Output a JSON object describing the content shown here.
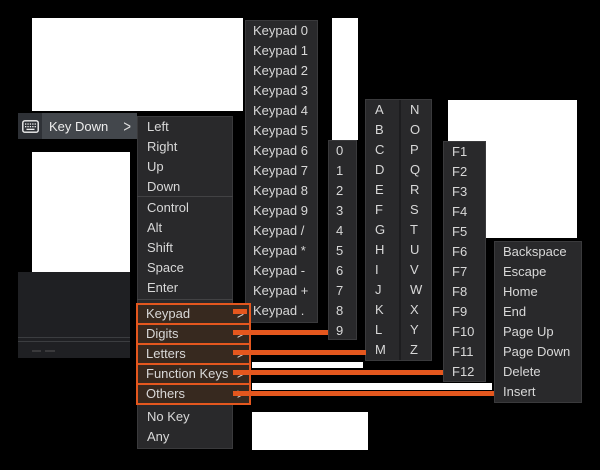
{
  "colors": {
    "accent": "#e4571e",
    "menu_bg": "#29292b",
    "menu_border": "#3a3a3c",
    "menu_text": "#d8d8d8",
    "separator": "#424244",
    "highlight_bg": "#43474c",
    "icon_tile_bg": "#2e3136",
    "window_white": "#ffffff",
    "dark_panel": "#1f2023",
    "annotation_fill": "#37291f"
  },
  "context_item": {
    "label": "Key Down",
    "chevron": ">",
    "icon": "keyboard-icon"
  },
  "main_menu": {
    "chevron": ">",
    "nav_items": [
      "Left",
      "Right",
      "Up",
      "Down"
    ],
    "modifier_items": [
      "Control",
      "Alt",
      "Shift",
      "Space",
      "Enter"
    ],
    "submenu_items": [
      "Keypad",
      "Digits",
      "Letters",
      "Function Keys",
      "Others"
    ],
    "special_items": [
      "No Key",
      "Any"
    ]
  },
  "submenus": {
    "keypad": [
      "Keypad 0",
      "Keypad 1",
      "Keypad 2",
      "Keypad 3",
      "Keypad 4",
      "Keypad 5",
      "Keypad 6",
      "Keypad 7",
      "Keypad 8",
      "Keypad 9",
      "Keypad /",
      "Keypad *",
      "Keypad -",
      "Keypad +",
      "Keypad ."
    ],
    "digits": [
      "0",
      "1",
      "2",
      "3",
      "4",
      "5",
      "6",
      "7",
      "8",
      "9"
    ],
    "letters_col1": [
      "A",
      "B",
      "C",
      "D",
      "E",
      "F",
      "G",
      "H",
      "I",
      "J",
      "K",
      "L",
      "M"
    ],
    "letters_col2": [
      "N",
      "O",
      "P",
      "Q",
      "R",
      "S",
      "T",
      "U",
      "V",
      "W",
      "X",
      "Y",
      "Z"
    ],
    "function_keys": [
      "F1",
      "F2",
      "F3",
      "F4",
      "F5",
      "F6",
      "F7",
      "F8",
      "F9",
      "F10",
      "F11",
      "F12"
    ],
    "others": [
      "Backspace",
      "Escape",
      "Home",
      "End",
      "Page Up",
      "Page Down",
      "Delete",
      "Insert"
    ]
  }
}
